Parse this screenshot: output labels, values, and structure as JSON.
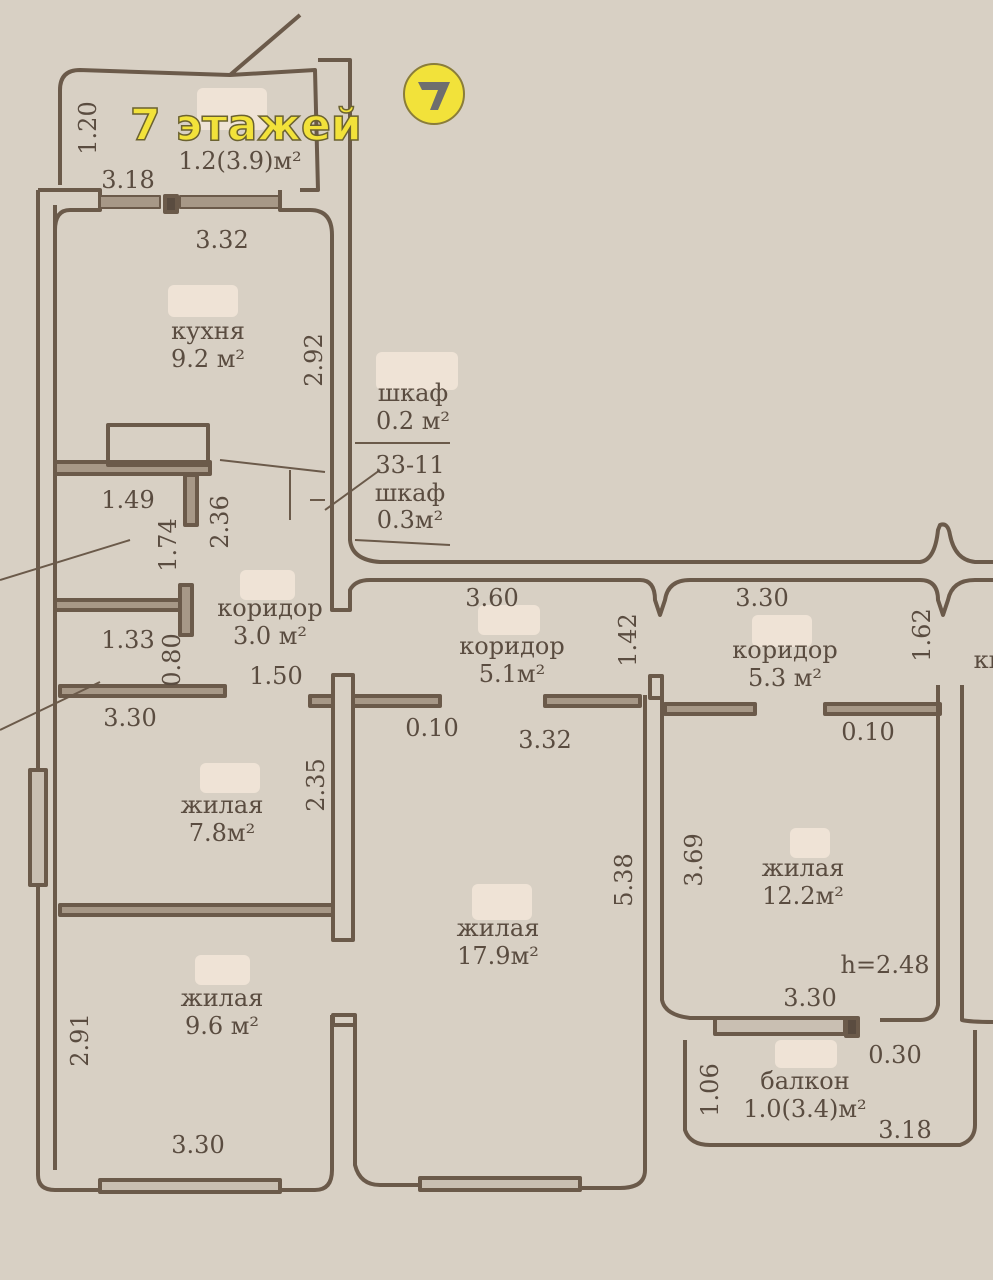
{
  "overlay": {
    "title": "7 этажей",
    "logo_text": "7",
    "accent": "#f2e23a"
  },
  "rooms": {
    "balcony_top": {
      "name": "",
      "area": "1.2(3.9)м²"
    },
    "kitchen": {
      "name": "кухня",
      "area": "9.2 м²"
    },
    "closet1": {
      "name": "шкаф",
      "area": "0.2 м²"
    },
    "closet_code": "33-11",
    "closet2": {
      "name": "шкаф",
      "area": "0.3м²"
    },
    "corridor1": {
      "name": "коридор",
      "area": "3.0 м²"
    },
    "corridor2": {
      "name": "коридор",
      "area": "5.1м²"
    },
    "corridor3": {
      "name": "коридор",
      "area": "5.3 м²"
    },
    "living1": {
      "name": "жилая",
      "area": "7.8м²"
    },
    "living2": {
      "name": "жилая",
      "area": "17.9м²"
    },
    "living3": {
      "name": "жилая",
      "area": "12.2м²"
    },
    "living4": {
      "name": "жилая",
      "area": "9.6 м²"
    },
    "balcony": {
      "name": "балкон",
      "area": "1.0(3.4)м²"
    },
    "partial_right": "кı"
  },
  "ceiling_height": "h=2.48",
  "dimensions": {
    "d1": "1.20",
    "d2": "3.18",
    "d3": "3.32",
    "d4": "2.92",
    "d5": "1.49",
    "d6": "2.36",
    "d7": "1.74",
    "d8": "1.33",
    "d9": "0.80",
    "d10": "3.30",
    "d11": "1.50",
    "d12": "3.60",
    "d13": "0.10",
    "d14": "3.32",
    "d15": "1.42",
    "d16": "3.30",
    "d17": "1.62",
    "d18": "0.10",
    "d19": "2.35",
    "d20": "5.38",
    "d21": "3.69",
    "d22": "2.91",
    "d23": "3.30",
    "d24": "3.30",
    "d25": "0.30",
    "d26": "1.06",
    "d27": "3.18"
  }
}
